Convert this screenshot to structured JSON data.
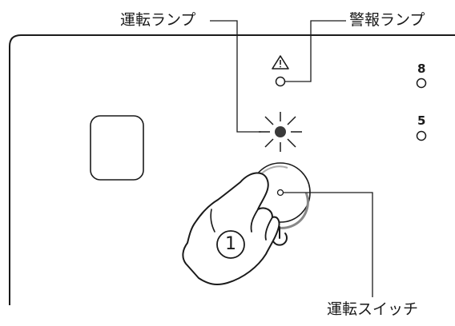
{
  "labels": {
    "run_lamp": "運転ランプ",
    "alarm_lamp": "警報ランプ",
    "run_switch": "運転スイッチ"
  },
  "indicators": {
    "top": "8",
    "bottom": "5"
  },
  "step": {
    "number": "1"
  },
  "icons": {
    "warning": "warning-triangle-icon",
    "power": "power-icon"
  },
  "colors": {
    "line": "#1a1a1a",
    "lamp_lit": "#3a3a3a",
    "button_ring": "#777777"
  }
}
